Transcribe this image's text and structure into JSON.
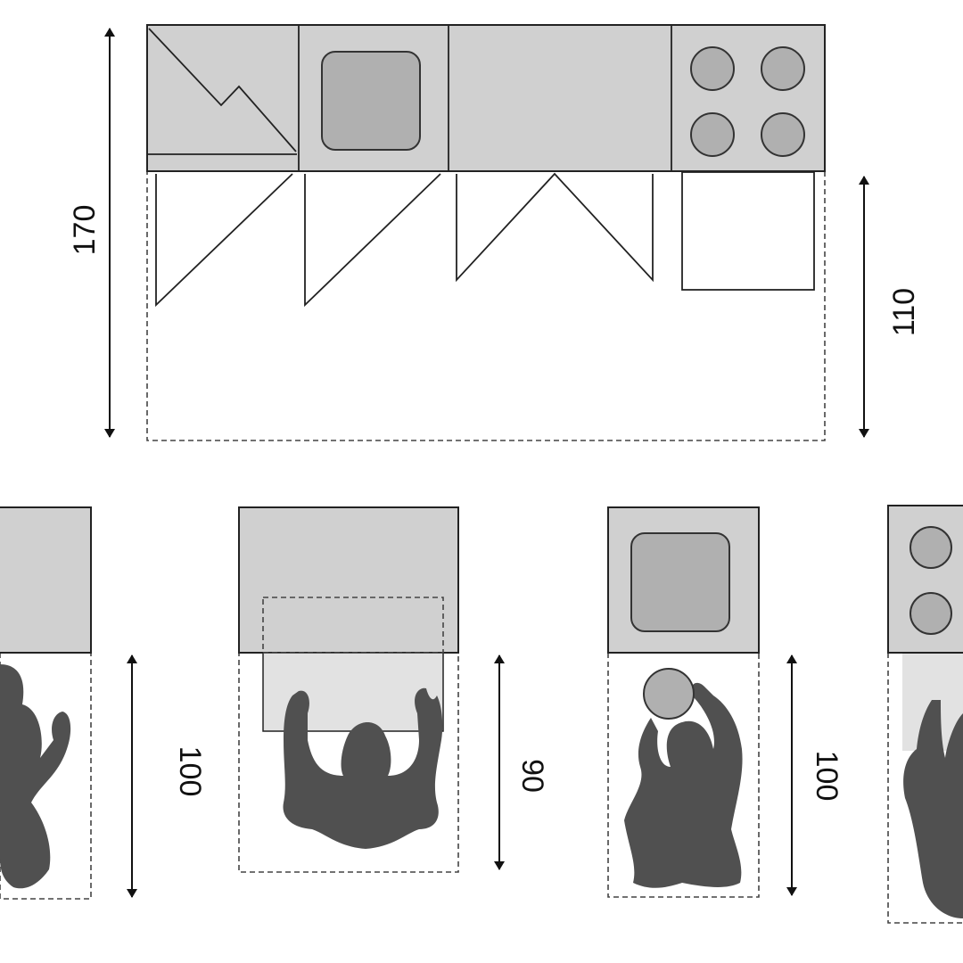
{
  "plan": {
    "total_depth_label": "170",
    "clearance_label": "110"
  },
  "panels": [
    {
      "name": "fridge",
      "clearance_label": "100"
    },
    {
      "name": "counter-drawer",
      "clearance_label": "90"
    },
    {
      "name": "sink",
      "clearance_label": "100"
    },
    {
      "name": "cooktop"
    }
  ],
  "colors": {
    "counter": "#d0d0d0",
    "fixture": "#b0b0b0",
    "person": "#505050"
  }
}
